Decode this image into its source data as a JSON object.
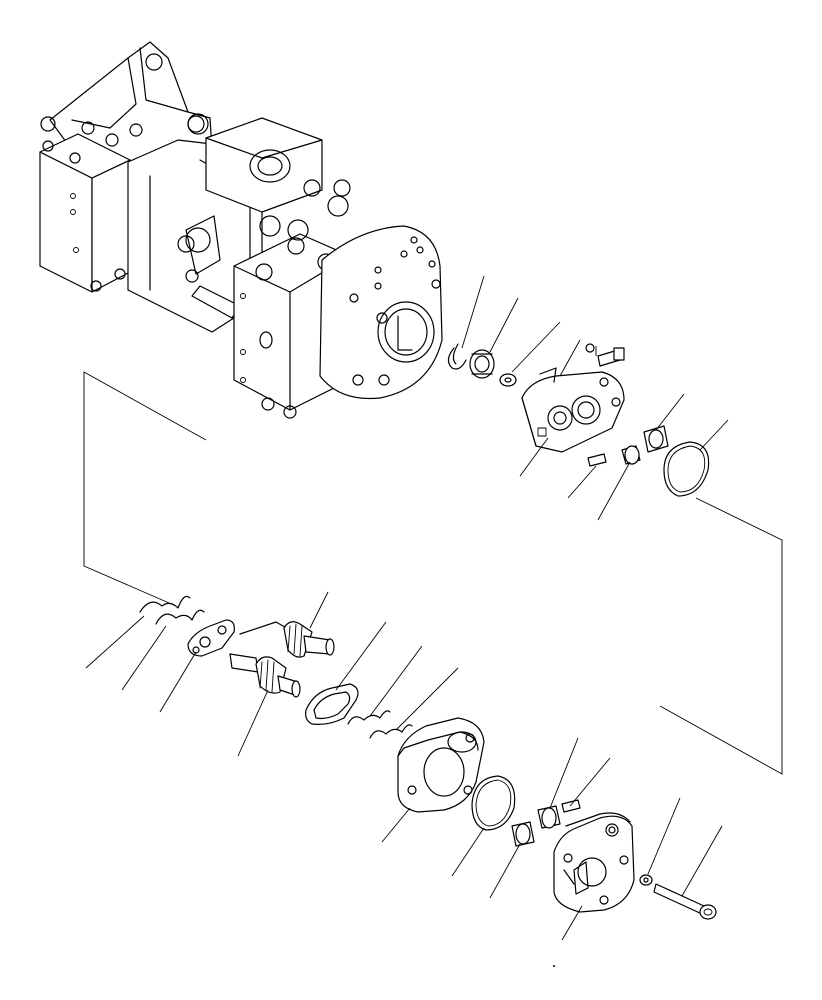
{
  "diagram": {
    "type": "exploded-parts-view",
    "parts": [
      {
        "id": "pump-assembly"
      },
      {
        "id": "snap-ring"
      },
      {
        "id": "bearing"
      },
      {
        "id": "washer"
      },
      {
        "id": "pin-upper"
      },
      {
        "id": "bolt-upper"
      },
      {
        "id": "gear-pump-case-upper"
      },
      {
        "id": "dowel-pin-upper"
      },
      {
        "id": "bushing-upper-a"
      },
      {
        "id": "bushing-upper-b"
      },
      {
        "id": "o-ring-upper"
      },
      {
        "id": "seal-clip-a"
      },
      {
        "id": "seal-clip-b"
      },
      {
        "id": "wear-plate-small"
      },
      {
        "id": "drive-gear"
      },
      {
        "id": "driven-gear"
      },
      {
        "id": "seal-plate"
      },
      {
        "id": "seal-clip-c"
      },
      {
        "id": "seal-clip-d"
      },
      {
        "id": "gear-body"
      },
      {
        "id": "o-ring-lower"
      },
      {
        "id": "bushing-lower-a"
      },
      {
        "id": "bushing-lower-b"
      },
      {
        "id": "dowel-pin-lower"
      },
      {
        "id": "end-cover"
      },
      {
        "id": "washer-lower"
      },
      {
        "id": "bolt-lower"
      }
    ]
  }
}
